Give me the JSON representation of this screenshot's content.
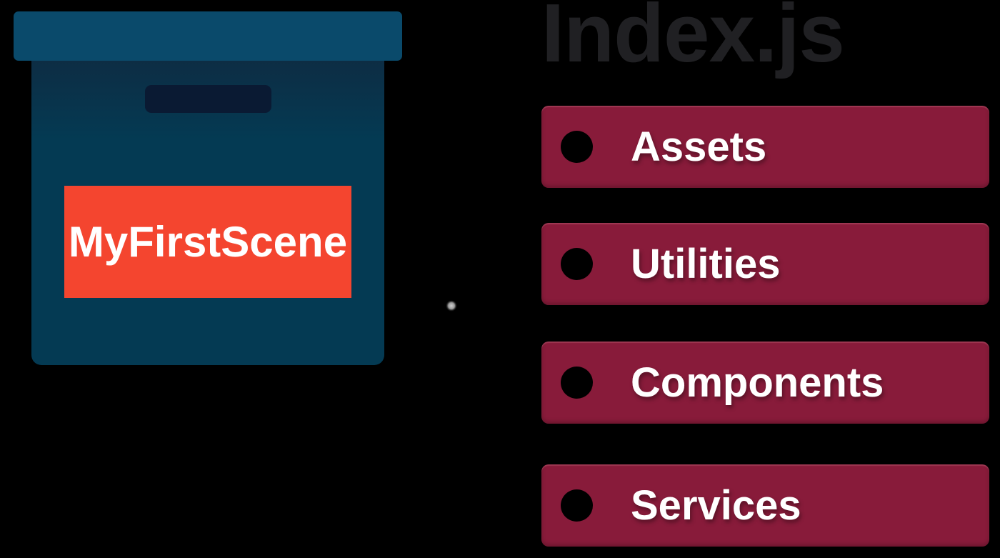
{
  "diagram": {
    "box": {
      "label": "MyFirstScene"
    },
    "index": {
      "title": "Index.js",
      "items": [
        {
          "label": "Assets"
        },
        {
          "label": "Utilities"
        },
        {
          "label": "Components"
        },
        {
          "label": "Services"
        }
      ]
    },
    "icons": {
      "bullet": "filled-circle"
    },
    "colors": {
      "background": "#000000",
      "box_lid": "#0a4a6b",
      "box_body": "#043a53",
      "box_body_shadow_top": "#0d2d44",
      "box_slot": "#0a1a33",
      "box_label_bg": "#f4452f",
      "box_label_text": "#ffffff",
      "title_text": "#202023",
      "bar_bg": "#881b3a",
      "bar_text": "#ffffff",
      "bullet": "#000000"
    }
  }
}
